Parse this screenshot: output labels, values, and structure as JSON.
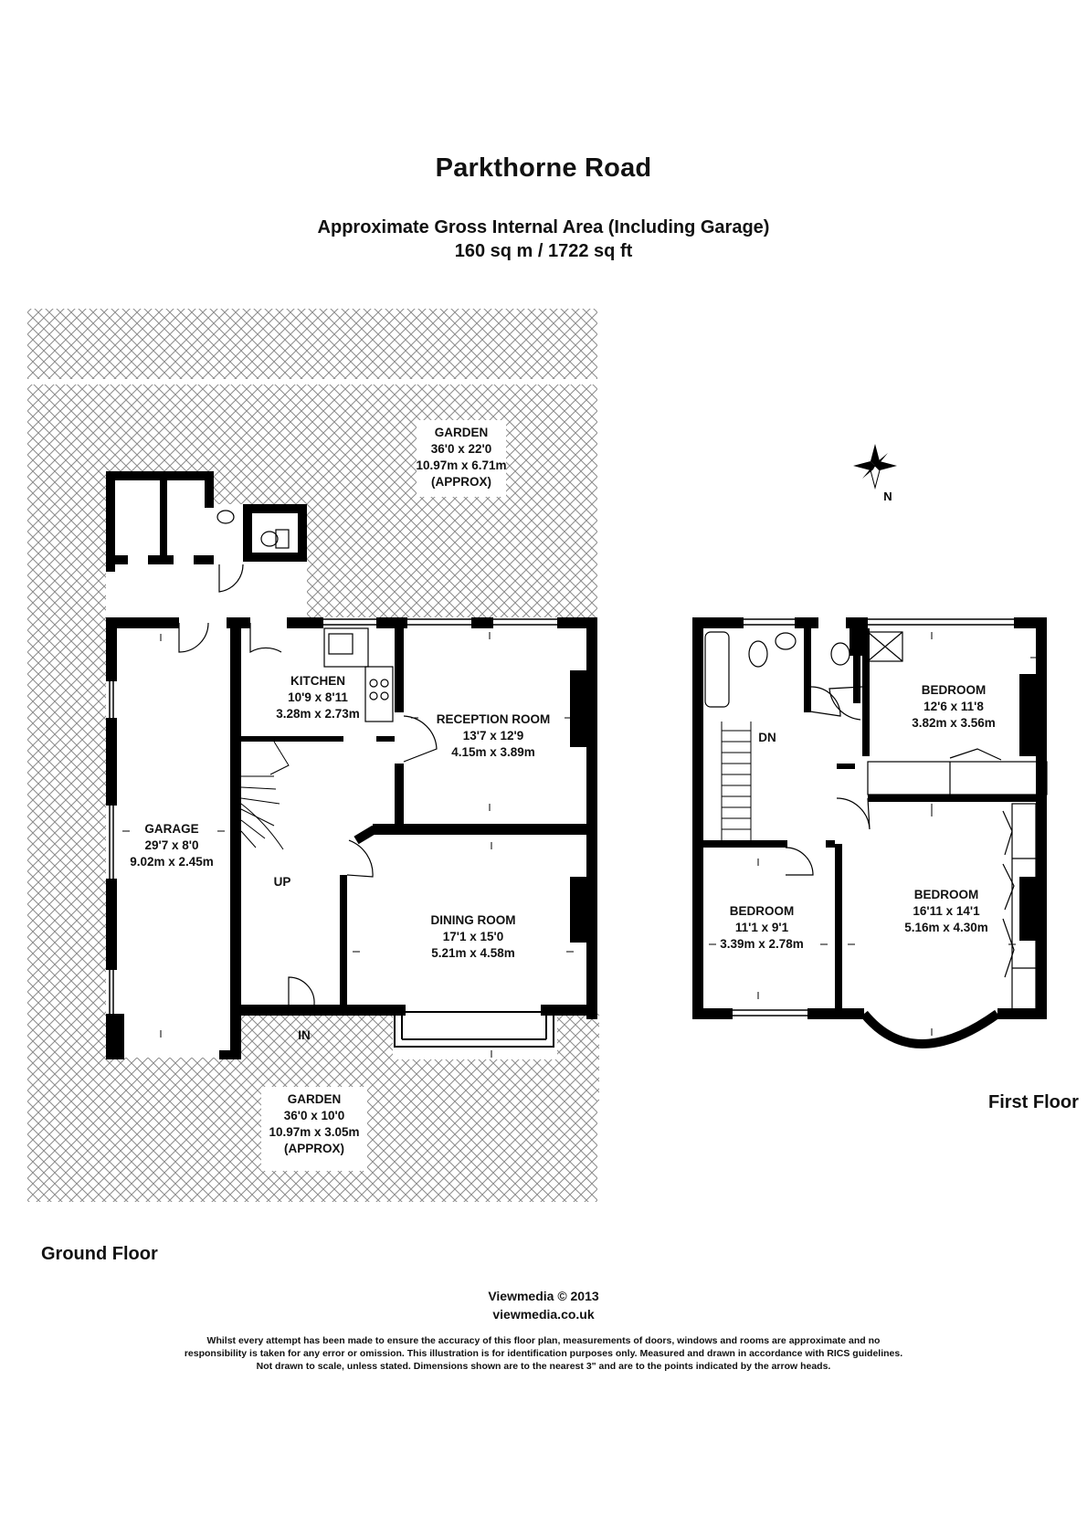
{
  "header": {
    "title": "Parkthorne Road",
    "area_line1": "Approximate Gross Internal Area (Including Garage)",
    "area_line2": "160 sq m / 1722 sq ft"
  },
  "ground_floor": {
    "label": "Ground Floor",
    "rooms": [
      {
        "name": "GARDEN",
        "imperial": "36'0 x 22'0",
        "metric": "10.97m x 6.71m",
        "note": "(APPROX)"
      },
      {
        "name": "KITCHEN",
        "imperial": "10'9 x 8'11",
        "metric": "3.28m x 2.73m"
      },
      {
        "name": "RECEPTION ROOM",
        "imperial": "13'7 x 12'9",
        "metric": "4.15m x 3.89m"
      },
      {
        "name": "GARAGE",
        "imperial": "29'7 x 8'0",
        "metric": "9.02m x 2.45m"
      },
      {
        "name": "DINING ROOM",
        "imperial": "17'1 x 15'0",
        "metric": "5.21m x 4.58m"
      },
      {
        "name": "GARDEN",
        "imperial": "36'0 x 10'0",
        "metric": "10.97m x 3.05m",
        "note": "(APPROX)"
      }
    ],
    "stair_label": "UP",
    "entrance_label": "IN"
  },
  "first_floor": {
    "label": "First Floor",
    "rooms": [
      {
        "name": "BEDROOM",
        "imperial": "12'6 x 11'8",
        "metric": "3.82m x 3.56m"
      },
      {
        "name": "BEDROOM",
        "imperial": "11'1 x 9'1",
        "metric": "3.39m x 2.78m"
      },
      {
        "name": "BEDROOM",
        "imperial": "16'11 x 14'1",
        "metric": "5.16m x 4.30m"
      }
    ],
    "stair_label": "DN"
  },
  "compass": {
    "label": "N",
    "icon": "compass-icon"
  },
  "footer": {
    "credit": "Viewmedia © 2013",
    "url": "viewmedia.co.uk",
    "disclaimer_line1": "Whilst every attempt has been made to ensure the accuracy of this floor plan, measurements of doors, windows and rooms are approximate and no",
    "disclaimer_line2": "responsibility is taken for any error or omission. This illustration is for identification purposes only. Measured and drawn in accordance with RICS guidelines.",
    "disclaimer_line3": "Not drawn to scale, unless stated. Dimensions shown are to the nearest 3\" and are to the points indicated by the arrow heads."
  },
  "colors": {
    "wall": "#000000",
    "hatch": "#8c8c8c",
    "background": "#ffffff"
  }
}
